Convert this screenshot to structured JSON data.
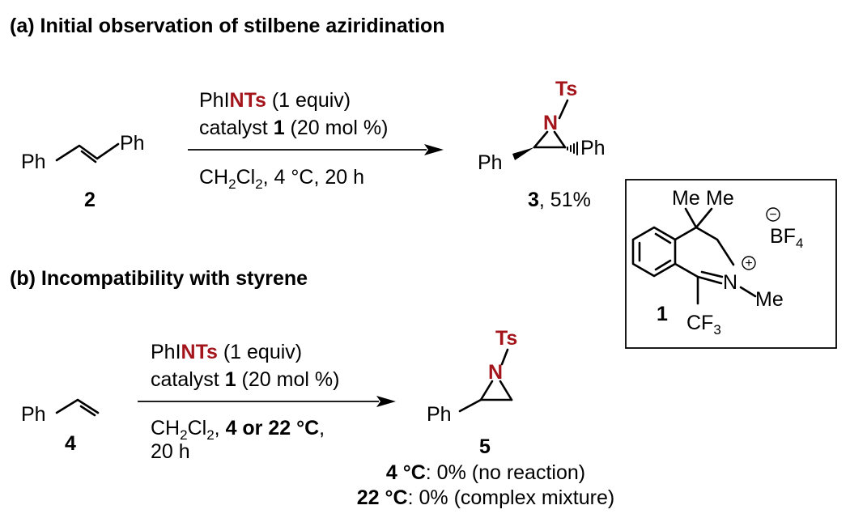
{
  "section_a": {
    "heading": "(a) Initial observation of stilbene aziridination",
    "reagent_prefix": "PhI",
    "reagent_bold": "NTs",
    "reagent_equiv": " (1 equiv)",
    "catalyst_prefix": "catalyst ",
    "catalyst_number": "1",
    "catalyst_loading": " (20 mol %)",
    "conditions": ", 4 °C, 20 h",
    "substrate_label": "2",
    "product_label": "3",
    "product_yield": ", 51%"
  },
  "section_b": {
    "heading": "(b) Incompatibility with styrene",
    "reagent_prefix": "PhI",
    "reagent_bold": "NTs",
    "reagent_equiv": " (1 equiv)",
    "catalyst_prefix": "catalyst ",
    "catalyst_number": "1",
    "catalyst_loading": " (20 mol %)",
    "conditions_temp": "4 or 22 °C",
    "conditions_time": "20 h",
    "substrate_label": "4",
    "product_label": "5",
    "result1_temp": "4 °C",
    "result1_text": ": 0% (no reaction)",
    "result2_temp": "22 °C",
    "result2_text": ": 0% (complex mixture)"
  },
  "atoms": {
    "ph": "Ph",
    "ts": "Ts",
    "n": "N",
    "me": "Me",
    "ch": "CH",
    "cl": "Cl",
    "sub2": "2",
    "cf": "CF",
    "sub3": "3",
    "bf": "BF",
    "sub4": "4",
    "plus": "+",
    "minus": "−"
  },
  "catalyst_box": {
    "label": "1"
  },
  "colors": {
    "highlight": "#a3141b",
    "ink": "#000000"
  }
}
